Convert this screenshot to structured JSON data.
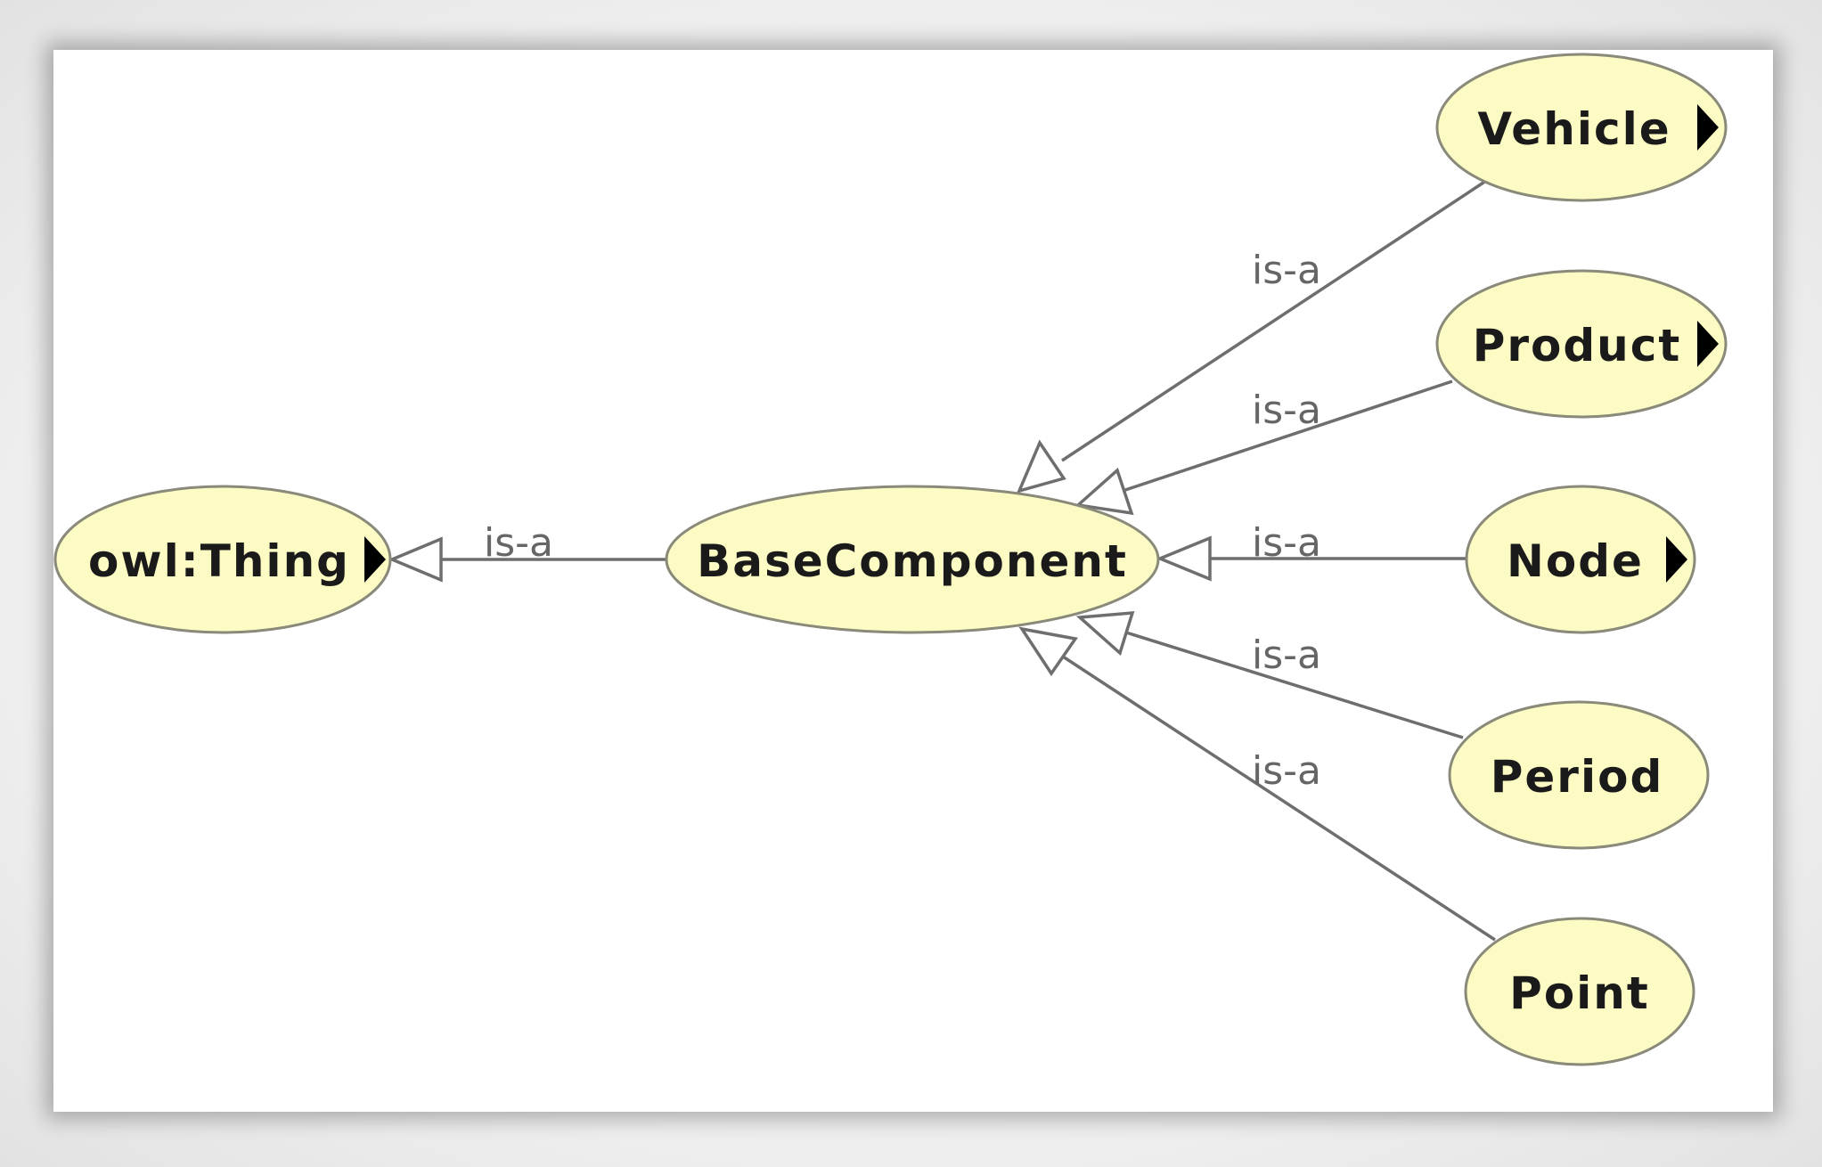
{
  "diagram": {
    "nodes": {
      "thing": {
        "label": "owl:Thing",
        "expandable": true
      },
      "base": {
        "label": "BaseComponent",
        "expandable": false
      },
      "vehicle": {
        "label": "Vehicle",
        "expandable": true
      },
      "product": {
        "label": "Product",
        "expandable": true
      },
      "node": {
        "label": "Node",
        "expandable": true
      },
      "period": {
        "label": "Period",
        "expandable": false
      },
      "point": {
        "label": "Point",
        "expandable": false
      }
    },
    "edges": {
      "base_thing": {
        "from": "BaseComponent",
        "to": "owl:Thing",
        "label": "is-a"
      },
      "vehicle_base": {
        "from": "Vehicle",
        "to": "BaseComponent",
        "label": "is-a"
      },
      "product_base": {
        "from": "Product",
        "to": "BaseComponent",
        "label": "is-a"
      },
      "node_base": {
        "from": "Node",
        "to": "BaseComponent",
        "label": "is-a"
      },
      "period_base": {
        "from": "Period",
        "to": "BaseComponent",
        "label": "is-a"
      },
      "point_base": {
        "from": "Point",
        "to": "BaseComponent",
        "label": "is-a"
      }
    },
    "icons": {
      "expand": "triangle-right-icon"
    },
    "colors": {
      "node_fill": "#fdfbc4",
      "edge": "#6e6e6e"
    }
  }
}
